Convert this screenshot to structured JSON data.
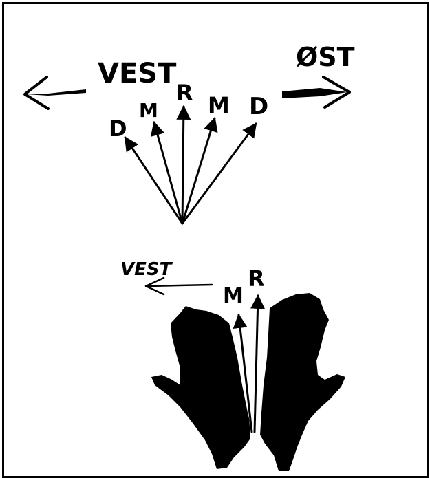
{
  "colors": {
    "ink": "#000000",
    "paper": "#ffffff"
  },
  "top_diagram": {
    "west_label": "VEST",
    "east_label": "ØST",
    "arrow_labels": [
      "D",
      "M",
      "R",
      "M",
      "D"
    ]
  },
  "bottom_diagram": {
    "west_label": "VEST",
    "arrow_labels": [
      "M",
      "R"
    ]
  },
  "icons": {
    "west-arrow": "arrow-left-icon",
    "east-arrow": "arrow-right-icon",
    "hands": "hands-silhouette-icon"
  }
}
